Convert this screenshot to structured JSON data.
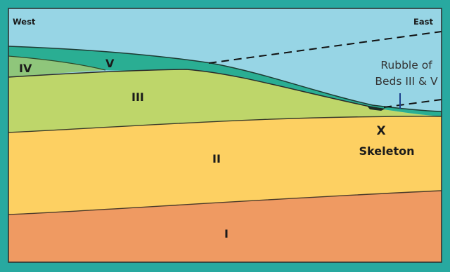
{
  "directions": {
    "west": "West",
    "east": "East"
  },
  "beds": {
    "iv": "IV",
    "v": "V",
    "iii": "III",
    "ii": "II",
    "i": "I"
  },
  "annotations": {
    "rubble_line1": "Rubble of",
    "rubble_line2": "Beds III & V",
    "x_mark": "X",
    "skeleton": "Skeleton"
  },
  "colors": {
    "sky": "#97d5e5",
    "bed_v": "#2aae93",
    "bed_iv": "#8fc67b",
    "bed_iii": "#bed66a",
    "bed_ii": "#fdd062",
    "bed_i": "#ef9a62",
    "frame": "#2b2b2b",
    "outer_border": "#28a9a0",
    "marker": "#1b3f8c"
  }
}
